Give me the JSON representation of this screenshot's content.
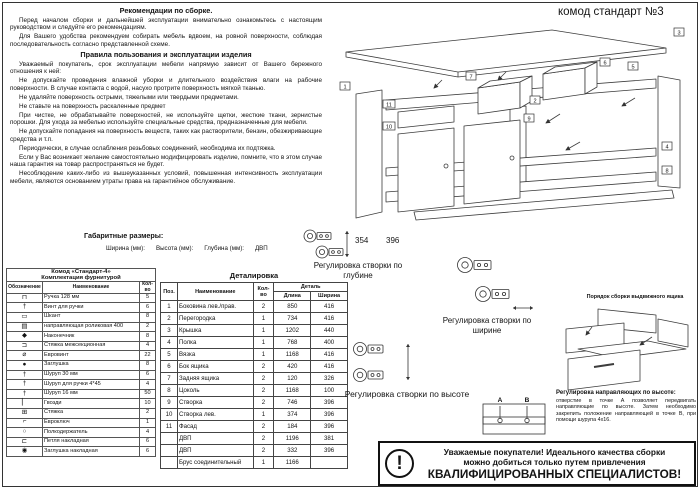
{
  "sheet": {
    "title": "комод стандарт №3"
  },
  "recommendations": {
    "title": "Рекомендации по сборке.",
    "paragraphs": [
      "Перед началом сборки и дальнейшей эксплуатации внимательно ознакомьтесь с настоящим руководством и следуйте его рекомендациям.",
      "Для Вашего удобства рекомендуем собирать мебель вдвоем, на ровной поверхности, соблюдая последовательность согласно представленной схеме."
    ]
  },
  "rules": {
    "title": "Правила пользования и эксплуатации изделия",
    "paragraphs": [
      "Уважаемый покупатель, срок эксплуатации мебели напрямую зависит от Вашего бережного отношения к ней:",
      "Не допускайте проведения влажной уборки и длительного воздействия влаги на рабочие поверхности. В случае контакта с водой, насухо протрите поверхность мягкой тканью.",
      "Не удаляйте поверхность острыми, тяжелыми или твердыми предметами.",
      "Не ставьте на поверхность раскаленные предмет",
      "При чистке, не обрабатывайте поверхностей, не используйте щетки, жесткие ткани, зернистые порошки. Для ухода за мебелью используйте специальные средства, предназначенные для мебели.",
      "Не допускайте попадания на поверхность веществ, таких как растворители, бензин, обезжиривающие средства и т.п.",
      "Периодически, в случае ослабления резьбовых соединений, необходима их подтяжка.",
      "Если у Вас возникает желание самостоятельно модифицировать изделие, помните, что в этом случае наша гарантия на товар распространяться не будет.",
      "Несоблюдение каких-либо из вышеуказанных условий, повышенная интенсивность эксплуатации мебели, являются основанием утраты права на гарантийное обслуживание."
    ]
  },
  "dimensions": {
    "title": "Габаритные размеры:",
    "labels": [
      "Ширина (мм):",
      "Высота (мм):",
      "Глубина (мм):",
      "ДВП"
    ],
    "hinge_dim_1": "354",
    "hinge_dim_2": "396"
  },
  "hardware": {
    "title_line1": "Комод «Стандарт-4»",
    "title_line2": "Комплектация фурнитурой",
    "columns": {
      "designation": "Обозначение",
      "name": "Наименование",
      "qty": "Кол-во"
    },
    "rows": [
      {
        "icon": "⊓",
        "name": "Ручка 128 мм",
        "qty": "5"
      },
      {
        "icon": "†",
        "name": "Винт для ручки",
        "qty": "6"
      },
      {
        "icon": "▭",
        "name": "Шкант",
        "qty": "8"
      },
      {
        "icon": "▤",
        "name": "направляющая роликовая 400",
        "qty": "2"
      },
      {
        "icon": "◆",
        "name": "Наконечник",
        "qty": "8"
      },
      {
        "icon": "⊐",
        "name": "Стяжка межсекционная",
        "qty": "4"
      },
      {
        "icon": "⌀",
        "name": "Евровинт",
        "qty": "22"
      },
      {
        "icon": "●",
        "name": "Заглушка",
        "qty": "8"
      },
      {
        "icon": "†",
        "name": "Шуруп 30 мм",
        "qty": "6"
      },
      {
        "icon": "†",
        "name": "Шуруп для ручки 4*45",
        "qty": "4"
      },
      {
        "icon": "†",
        "name": "Шуруп 16 мм",
        "qty": "50"
      },
      {
        "icon": "▏",
        "name": "Гвозди",
        "qty": "10"
      },
      {
        "icon": "⊞",
        "name": "Стяжка",
        "qty": "2"
      },
      {
        "icon": "⌐",
        "name": "Евроключ",
        "qty": "1"
      },
      {
        "icon": "○",
        "name": "Полкодержатель",
        "qty": "4"
      },
      {
        "icon": "⊏",
        "name": "Петля накладная",
        "qty": "6"
      },
      {
        "icon": "◉",
        "name": "Заглушка накладная",
        "qty": "6"
      }
    ]
  },
  "parts": {
    "title": "Деталировка",
    "columns": {
      "pos": "Поз.",
      "name": "Наименование",
      "qty": "Кол-во",
      "detail": "Деталь",
      "length": "Длина",
      "width": "Ширина"
    },
    "rows": [
      {
        "pos": "1",
        "name": "Боковина лев./прав.",
        "qty": "2",
        "len": "850",
        "wid": "416"
      },
      {
        "pos": "2",
        "name": "Перегородка",
        "qty": "1",
        "len": "734",
        "wid": "416"
      },
      {
        "pos": "3",
        "name": "Крышка",
        "qty": "1",
        "len": "1202",
        "wid": "440"
      },
      {
        "pos": "4",
        "name": "Полка",
        "qty": "1",
        "len": "768",
        "wid": "400"
      },
      {
        "pos": "5",
        "name": "Вязка",
        "qty": "1",
        "len": "1168",
        "wid": "416"
      },
      {
        "pos": "6",
        "name": "Бок ящика",
        "qty": "2",
        "len": "420",
        "wid": "416"
      },
      {
        "pos": "7",
        "name": "Задняя ящика",
        "qty": "2",
        "len": "120",
        "wid": "326"
      },
      {
        "pos": "8",
        "name": "Цоколь",
        "qty": "2",
        "len": "1168",
        "wid": "100"
      },
      {
        "pos": "9",
        "name": "Створка",
        "qty": "2",
        "len": "746",
        "wid": "396"
      },
      {
        "pos": "10",
        "name": "Створка лев.",
        "qty": "1",
        "len": "374",
        "wid": "396"
      },
      {
        "pos": "11",
        "name": "Фасад",
        "qty": "2",
        "len": "184",
        "wid": "396"
      },
      {
        "pos": "",
        "name": "ДВП",
        "qty": "2",
        "len": "1196",
        "wid": "381"
      },
      {
        "pos": "",
        "name": "ДВП",
        "qty": "2",
        "len": "332",
        "wid": "396"
      },
      {
        "pos": "",
        "name": "Брус соединительный",
        "qty": "1",
        "len": "1166",
        "wid": ""
      }
    ]
  },
  "adjustments": {
    "depth_title": "Регулировка створки по глубине",
    "width_title": "Регулировка створки по ширине",
    "height_title": "Регулировка створки по высоте",
    "drawer_title": "Порядок сборки выдвижного ящика",
    "rails_title": "Регулировка направляющих по высоте:",
    "rails_text": "отверстие в точке А позволяет передвигать направляющие по высоте. Затем необходимо закрепить положение направляющей в точке В, при помощи шурупа 4х16.",
    "point_a": "А",
    "point_b": "В"
  },
  "diagram": {
    "callouts": [
      "3",
      "6",
      "7",
      "5",
      "1",
      "2",
      "11",
      "10",
      "9",
      "4",
      "8"
    ]
  },
  "warning": {
    "icon": "!",
    "line1": "Уважаемые  покупатели!  Идеального  качества  сборки",
    "line2": "можно   добиться   только   путем   привлечения",
    "line3": "КВАЛИФИЦИРОВАННЫХ СПЕЦИАЛИСТОВ!"
  }
}
